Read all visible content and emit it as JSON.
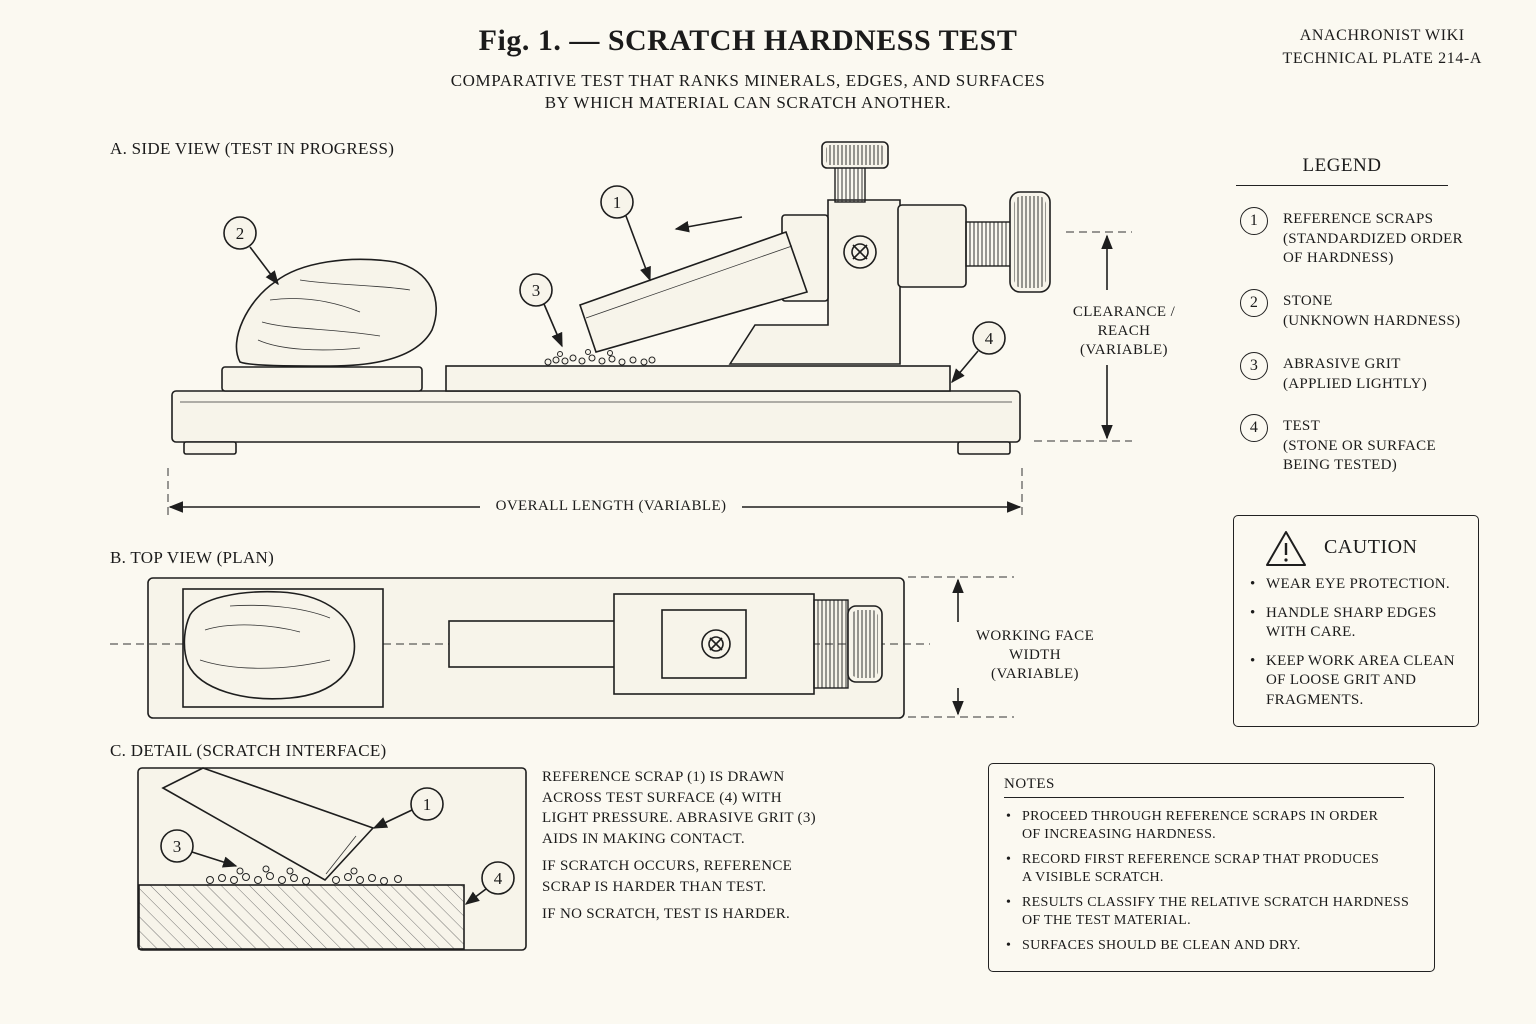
{
  "header": {
    "title": "Fig. 1. — SCRATCH HARDNESS TEST",
    "subtitle_lines": [
      "COMPARATIVE TEST THAT RANKS MINERALS, EDGES, AND SURFACES",
      "BY WHICH MATERIAL CAN SCRATCH ANOTHER."
    ],
    "plate_lines": [
      "ANACHRONIST WIKI",
      "TECHNICAL PLATE 214-A"
    ]
  },
  "sections": {
    "a": {
      "label": "A. SIDE VIEW",
      "qualifier": "(TEST IN PROGRESS)"
    },
    "b": {
      "label": "B. TOP VIEW",
      "qualifier": "(PLAN)"
    },
    "c": {
      "label": "C. DETAIL",
      "qualifier": "(SCRATCH INTERFACE)"
    }
  },
  "dimensions": {
    "clearance": [
      "CLEARANCE /",
      "REACH",
      "(VARIABLE)"
    ],
    "overall_length": "OVERALL LENGTH (VARIABLE)",
    "working_face": [
      "WORKING FACE",
      "WIDTH",
      "(VARIABLE)"
    ]
  },
  "callouts": [
    "1",
    "2",
    "3",
    "4"
  ],
  "legend": {
    "title": "LEGEND",
    "items": [
      {
        "num": "1",
        "lines": [
          "REFERENCE SCRAPS",
          "(STANDARDIZED ORDER",
          "OF HARDNESS)"
        ]
      },
      {
        "num": "2",
        "lines": [
          "STONE",
          "(UNKNOWN HARDNESS)"
        ]
      },
      {
        "num": "3",
        "lines": [
          "ABRASIVE GRIT",
          "(APPLIED LIGHTLY)"
        ]
      },
      {
        "num": "4",
        "lines": [
          "TEST",
          "(STONE OR SURFACE",
          "BEING TESTED)"
        ]
      }
    ]
  },
  "caution": {
    "title": "CAUTION",
    "icon": "warning-triangle-icon",
    "items": [
      [
        "WEAR EYE PROTECTION."
      ],
      [
        "HANDLE SHARP EDGES",
        "WITH CARE."
      ],
      [
        "KEEP WORK AREA CLEAN",
        "OF LOOSE GRIT AND",
        "FRAGMENTS."
      ]
    ]
  },
  "detail_text": [
    [
      "REFERENCE SCRAP (1) IS DRAWN",
      "ACROSS TEST SURFACE (4) WITH",
      "LIGHT PRESSURE. ABRASIVE GRIT (3)",
      "AIDS IN MAKING CONTACT."
    ],
    [
      "IF SCRATCH OCCURS, REFERENCE",
      "SCRAP IS HARDER THAN TEST."
    ],
    [
      "IF NO SCRATCH, TEST IS HARDER."
    ]
  ],
  "notes": {
    "title": "NOTES",
    "items": [
      [
        "PROCEED THROUGH REFERENCE SCRAPS IN ORDER",
        "OF INCREASING HARDNESS."
      ],
      [
        "RECORD FIRST REFERENCE SCRAP THAT PRODUCES",
        "A VISIBLE SCRATCH."
      ],
      [
        "RESULTS CLASSIFY THE RELATIVE SCRATCH HARDNESS",
        "OF THE TEST MATERIAL."
      ],
      [
        "SURFACES SHOULD BE CLEAN AND DRY."
      ]
    ]
  }
}
